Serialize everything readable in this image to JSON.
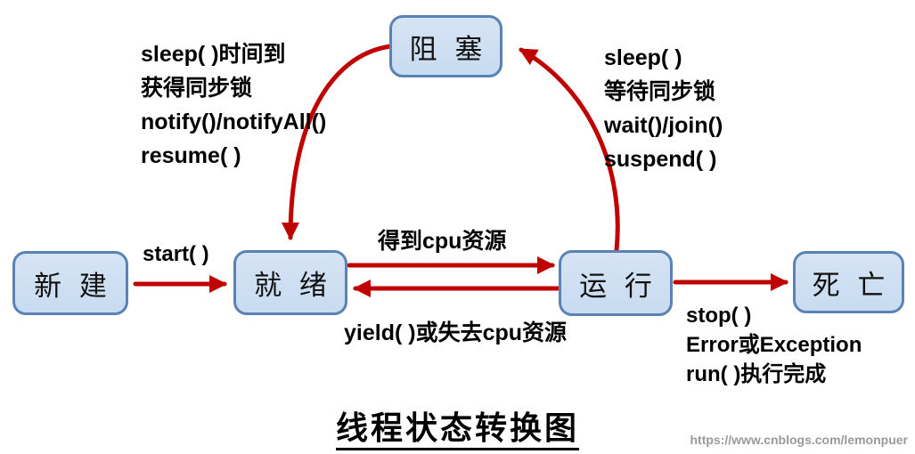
{
  "diagram": {
    "title": "线程状态转换图",
    "watermark": "https://www.cnblogs.com/lemonpuer",
    "colors": {
      "arrow": "#c00000",
      "node_fill": "#c8dbf0",
      "node_fill_light": "#d6e4f5",
      "node_border": "#5a82b4",
      "watermark": "#9a9a9a"
    },
    "nodes": {
      "new": "新 建",
      "ready": "就 绪",
      "blocked": "阻 塞",
      "running": "运 行",
      "dead": "死 亡"
    },
    "edges": {
      "new_to_ready": {
        "label": "start( )"
      },
      "ready_to_running": {
        "label": "得到cpu资源"
      },
      "running_to_ready": {
        "label": "yield( )或失去cpu资源"
      },
      "blocked_to_ready": {
        "lines": [
          "sleep( )时间到",
          "获得同步锁",
          "notify()/notifyAll()",
          "resume( )"
        ]
      },
      "running_to_blocked": {
        "lines": [
          "sleep( )",
          "等待同步锁",
          "wait()/join()",
          "suspend( )"
        ]
      },
      "running_to_dead": {
        "lines": [
          "stop( )",
          "Error或Exception",
          "run( )执行完成"
        ]
      }
    }
  }
}
